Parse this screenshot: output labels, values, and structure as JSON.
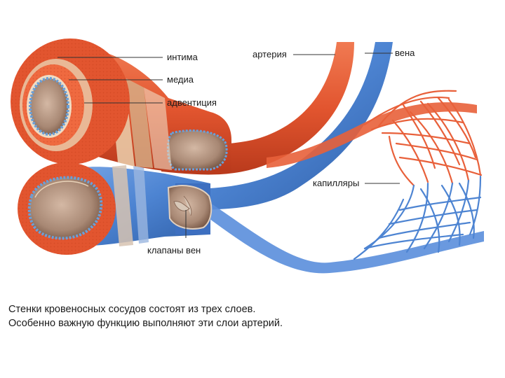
{
  "labels": {
    "intima": "интима",
    "media": "медиа",
    "adventitia": "адвентиция",
    "artery": "артерия",
    "vein": "вена",
    "capillaries": "капилляры",
    "valves": "клапаны вен"
  },
  "caption": {
    "line1": "Стенки кровеносных сосудов состоят из трех слоев.",
    "line2": "Особенно важную функцию выполняют эти слои артерий."
  },
  "colors": {
    "artery": "#e2552f",
    "artery_dark": "#b93a1c",
    "vein": "#4d84d2",
    "vein_dark": "#2f5fa8",
    "media_band": "#e9c9a6",
    "lumen": "#a88874",
    "endothelium": "#6aa0d8"
  }
}
